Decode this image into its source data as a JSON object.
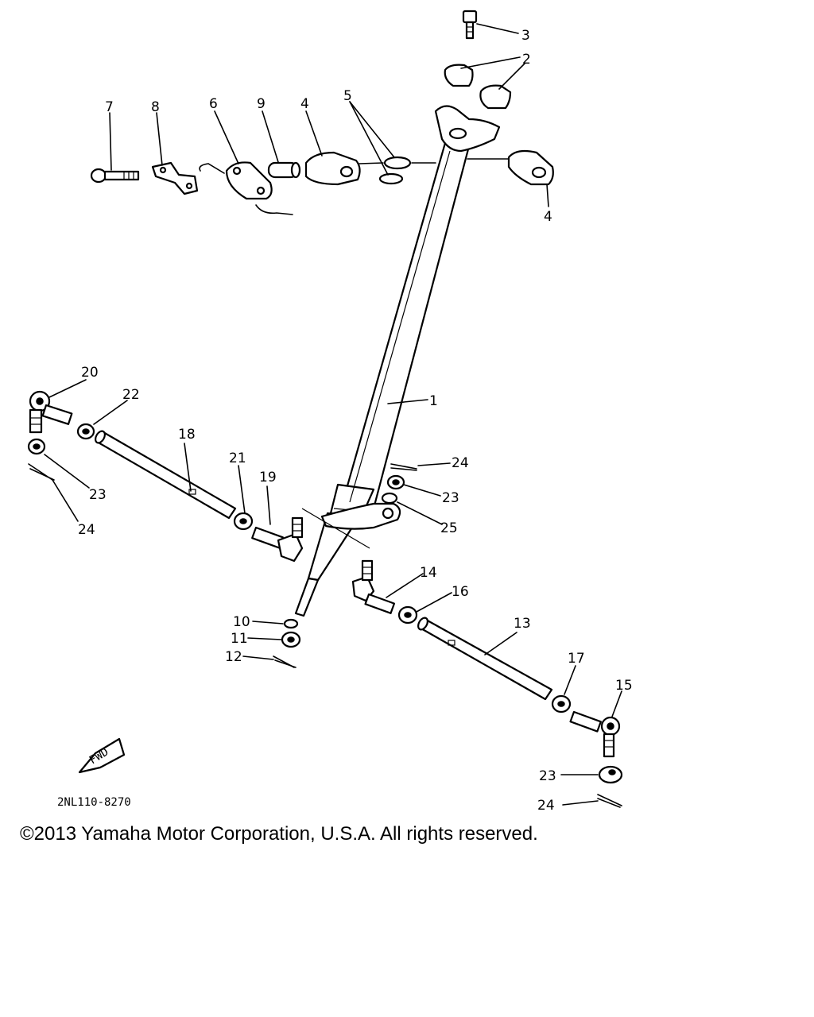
{
  "diagram": {
    "part_code": "2NL110-8270",
    "fwd_label": "FWD",
    "copyright": "©2013 Yamaha Motor Corporation, U.S.A. All rights reserved.",
    "callouts": {
      "c1": "1",
      "c2": "2",
      "c3": "3",
      "c4a": "4",
      "c4b": "4",
      "c5": "5",
      "c6": "6",
      "c7": "7",
      "c8": "8",
      "c9": "9",
      "c10": "10",
      "c11": "11",
      "c12": "12",
      "c13": "13",
      "c14": "14",
      "c15": "15",
      "c16": "16",
      "c17": "17",
      "c18": "18",
      "c19": "19",
      "c20": "20",
      "c21": "21",
      "c22": "22",
      "c23a": "23",
      "c23b": "23",
      "c23c": "23",
      "c24a": "24",
      "c24b": "24",
      "c24c": "24",
      "c25": "25"
    }
  }
}
